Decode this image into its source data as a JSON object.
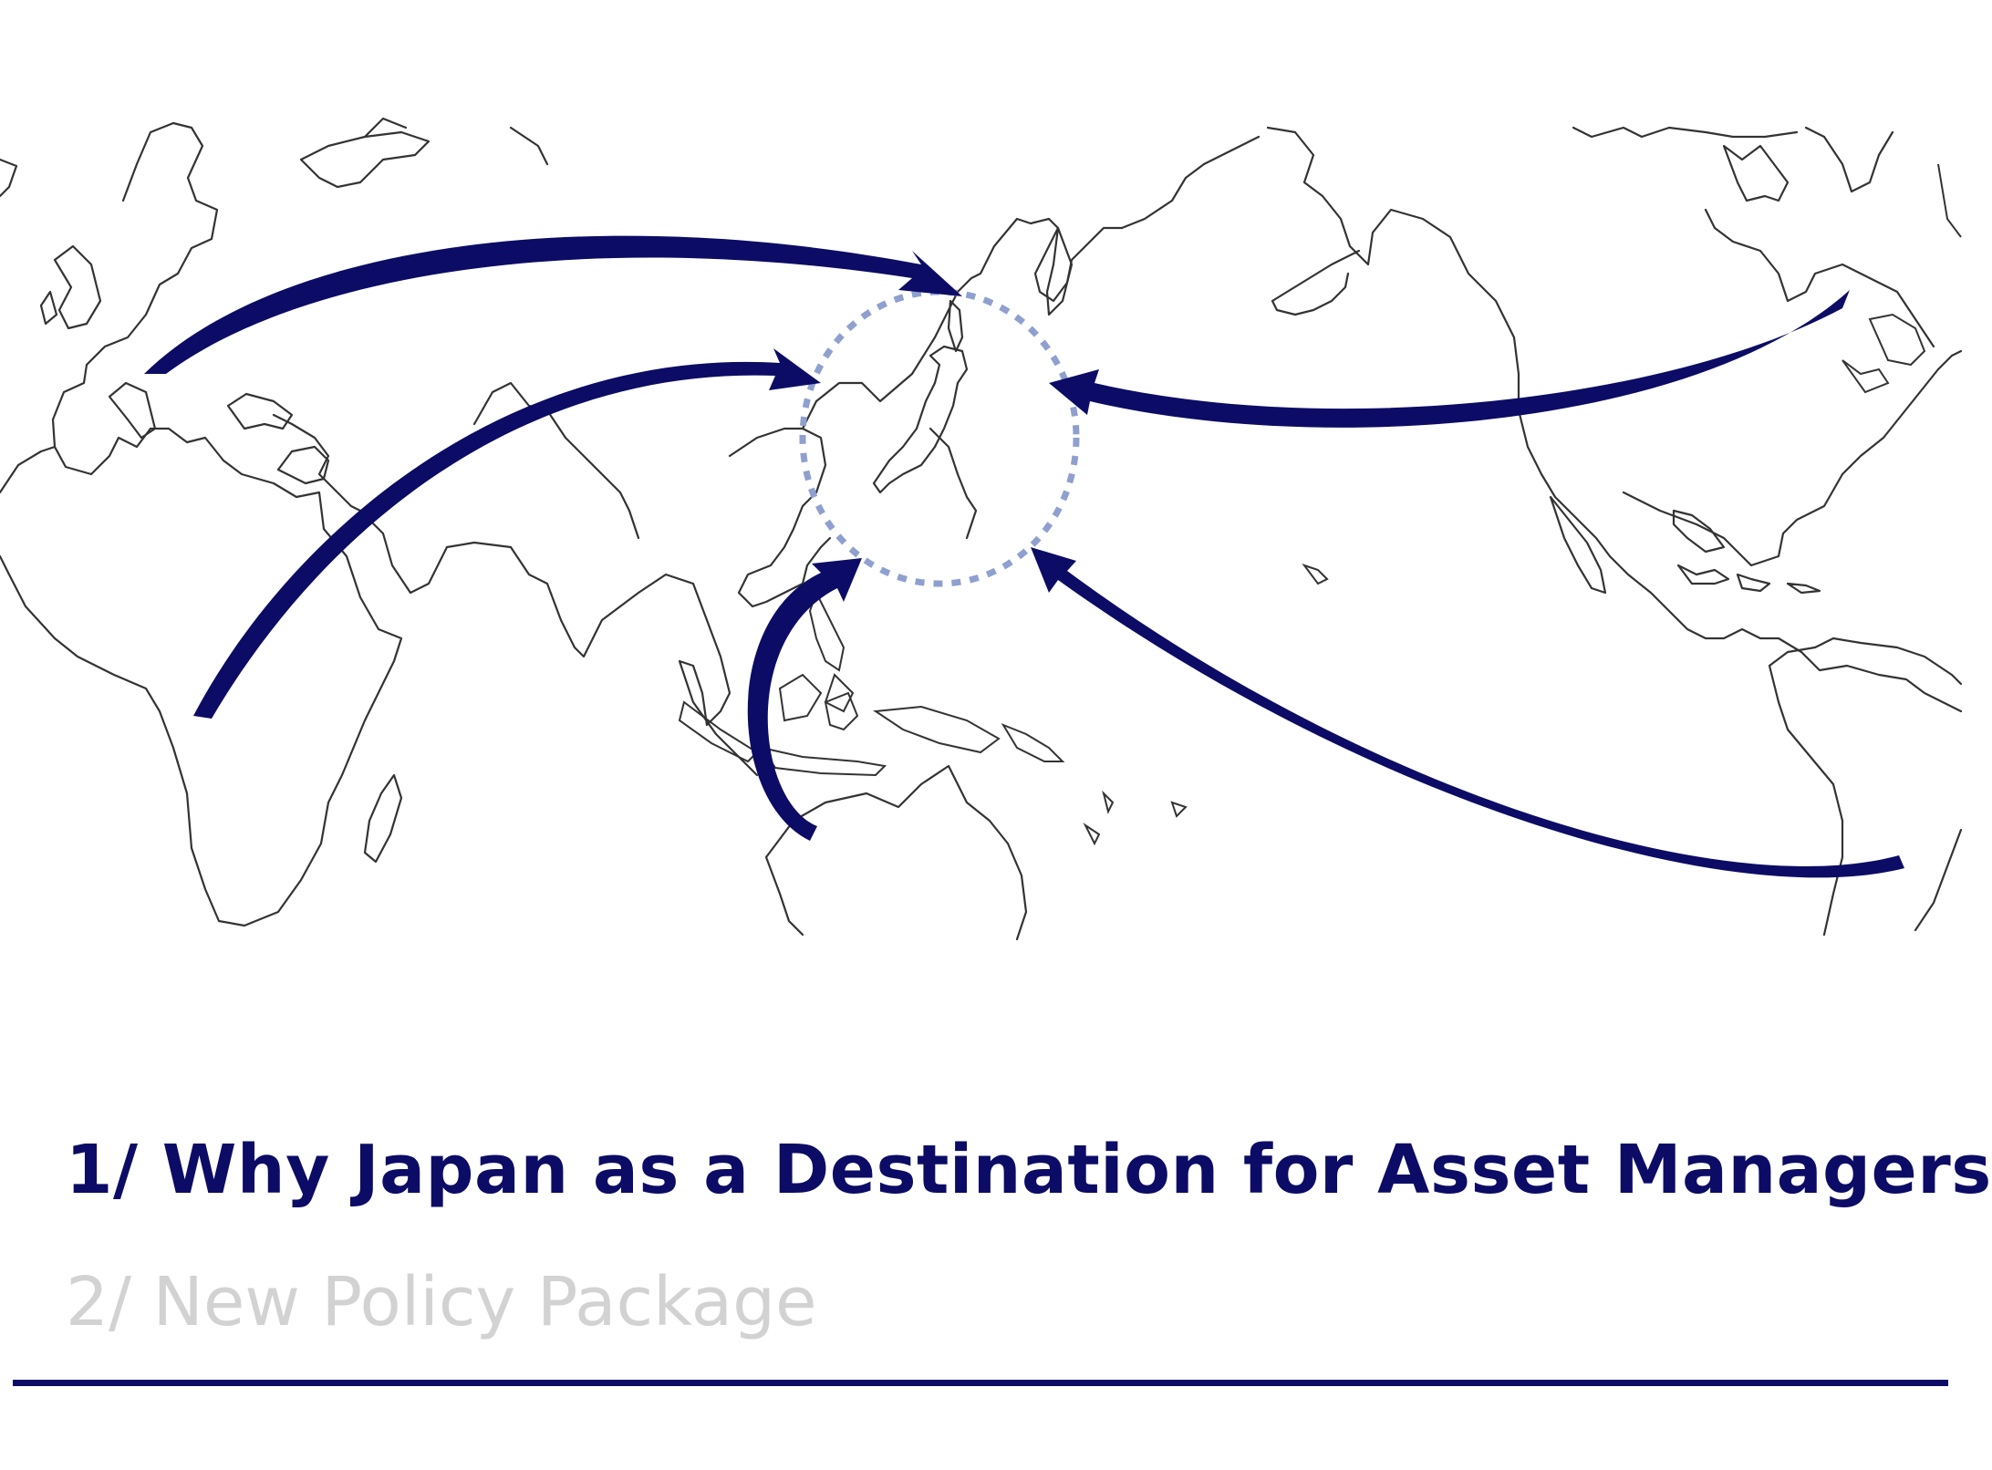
{
  "colors": {
    "accent": "#0c0c66",
    "muted": "#d2d2d2",
    "highlight_ring": "#8fa0cf"
  },
  "slide": {
    "agenda_items": [
      {
        "label": "1/ Why Japan as a Destination for Asset Managers",
        "state": "active"
      },
      {
        "label": "2/ New Policy Package",
        "state": "inactive"
      }
    ]
  },
  "map": {
    "description_icon": "world-map-icon",
    "target_icon": "japan-highlight-ring-icon",
    "arrow_icon": "inbound-arrow-icon"
  }
}
